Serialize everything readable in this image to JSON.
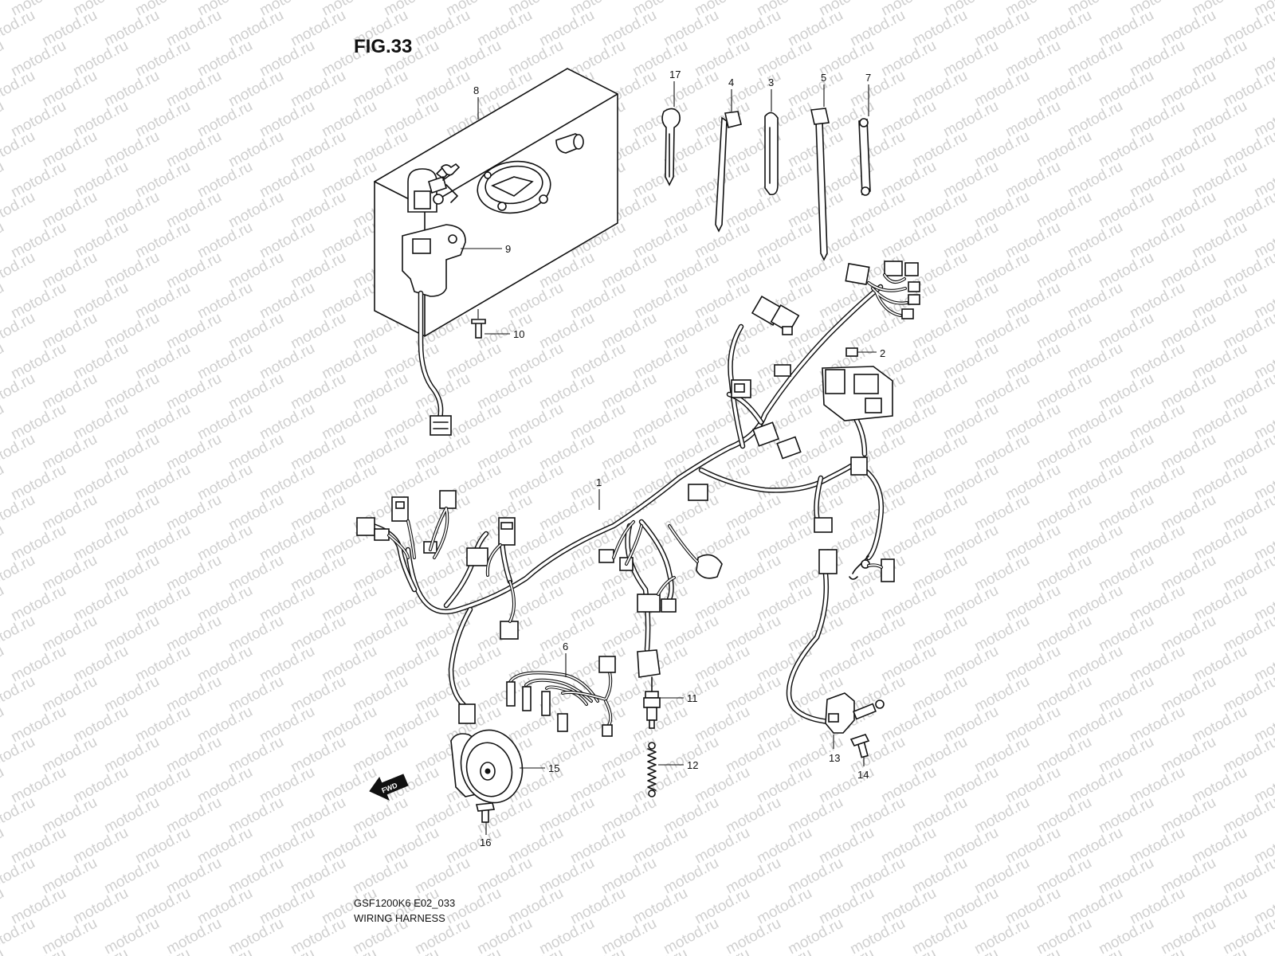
{
  "figure_title": "FIG.33",
  "model_code": "GSF1200K6 E02_033",
  "caption": "WIRING HARNESS",
  "watermark": "motod.ru",
  "fwd_label": "FWD",
  "callouts": [
    "17",
    "4",
    "3",
    "5",
    "7",
    "8",
    "9",
    "10",
    "2",
    "1",
    "6",
    "11",
    "12",
    "13",
    "14",
    "15",
    "16"
  ]
}
